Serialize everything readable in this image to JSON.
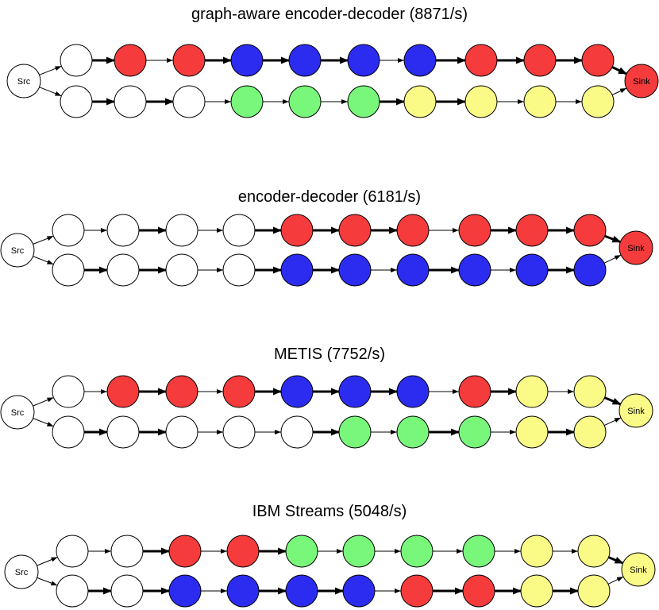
{
  "colors": {
    "white": "#ffffff",
    "red": "#f53b3b",
    "blue": "#2c2cf0",
    "green": "#79f77b",
    "yellow": "#fafa86",
    "stroke": "#000000"
  },
  "panels": [
    {
      "title": "graph-aware encoder-decoder (8871/s)",
      "src_label": "Src",
      "sink_label": "Sink",
      "sink_color": "red",
      "top_colors": [
        "white",
        "red",
        "red",
        "blue",
        "blue",
        "blue",
        "blue",
        "red",
        "red",
        "red"
      ],
      "bottom_colors": [
        "white",
        "white",
        "white",
        "green",
        "green",
        "green",
        "yellow",
        "yellow",
        "yellow",
        "yellow"
      ],
      "top_edges": [
        "thin",
        "thick",
        "thin",
        "thick",
        "thick",
        "thick",
        "thin",
        "thick",
        "thick",
        "thick"
      ],
      "bottom_edges": [
        "thin",
        "thick",
        "thick",
        "thin",
        "thin",
        "thin",
        "thick",
        "thick",
        "thin",
        "thin"
      ]
    },
    {
      "title": "encoder-decoder (6181/s)",
      "src_label": "Src",
      "sink_label": "Sink",
      "sink_color": "red",
      "top_colors": [
        "white",
        "white",
        "white",
        "white",
        "red",
        "red",
        "red",
        "red",
        "red",
        "red"
      ],
      "bottom_colors": [
        "white",
        "white",
        "white",
        "white",
        "blue",
        "blue",
        "blue",
        "blue",
        "blue",
        "blue"
      ],
      "top_edges": [
        "thin",
        "thin",
        "thick",
        "thin",
        "thick",
        "thick",
        "thick",
        "thin",
        "thick",
        "thick",
        "thick"
      ],
      "bottom_edges": [
        "thin",
        "thick",
        "thick",
        "thin",
        "thick",
        "thick",
        "thin",
        "thick",
        "thin",
        "thick",
        "thin"
      ]
    },
    {
      "title": "METIS (7752/s)",
      "src_label": "Src",
      "sink_label": "Sink",
      "sink_color": "yellow",
      "top_colors": [
        "white",
        "red",
        "red",
        "red",
        "blue",
        "blue",
        "blue",
        "red",
        "yellow",
        "yellow"
      ],
      "bottom_colors": [
        "white",
        "white",
        "white",
        "white",
        "white",
        "green",
        "green",
        "green",
        "yellow",
        "yellow"
      ],
      "top_edges": [
        "thin",
        "thin",
        "thick",
        "thin",
        "thick",
        "thick",
        "thick",
        "thin",
        "thick",
        "thin",
        "thick"
      ],
      "bottom_edges": [
        "thin",
        "thick",
        "thick",
        "thin",
        "thin",
        "thick",
        "thin",
        "thick",
        "thin",
        "thick",
        "thin"
      ]
    },
    {
      "title": "IBM Streams (5048/s)",
      "src_label": "Src",
      "sink_label": "Sink",
      "sink_color": "yellow",
      "top_colors": [
        "white",
        "white",
        "red",
        "red",
        "green",
        "green",
        "green",
        "green",
        "yellow",
        "yellow"
      ],
      "bottom_colors": [
        "white",
        "white",
        "blue",
        "blue",
        "blue",
        "blue",
        "red",
        "red",
        "yellow",
        "yellow"
      ],
      "top_edges": [
        "thin",
        "thin",
        "thick",
        "thin",
        "thick",
        "thin",
        "thin",
        "thin",
        "thin",
        "thin",
        "thick"
      ],
      "bottom_edges": [
        "thin",
        "thick",
        "thick",
        "thin",
        "thick",
        "thick",
        "thin",
        "thick",
        "thick",
        "thick",
        "thin"
      ]
    }
  ]
}
